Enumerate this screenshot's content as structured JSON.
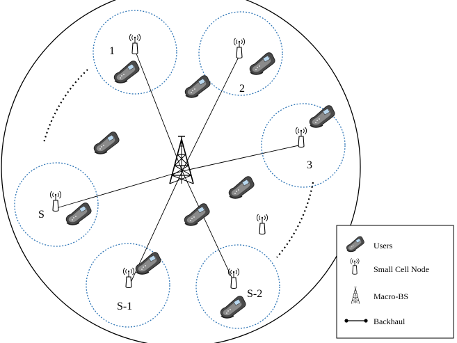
{
  "diagram": {
    "cell_labels": {
      "c1": "1",
      "c2": "2",
      "c3": "3",
      "cS": "S",
      "cS1": "S-1",
      "cS2": "S-2"
    },
    "legend": {
      "users": "Users",
      "small_cell": "Small Cell Node",
      "macro": "Macro-BS",
      "backhaul": "Backhaul"
    },
    "colors": {
      "cell_boundary": "#2e75b6",
      "lines": "#000000",
      "phone_body": "#5a5a5a",
      "phone_screen": "#b8d7ee"
    },
    "icons": {
      "user": "mobile-phone-icon",
      "small_cell": "small-cell-antenna-icon",
      "macro": "macro-tower-icon"
    }
  }
}
